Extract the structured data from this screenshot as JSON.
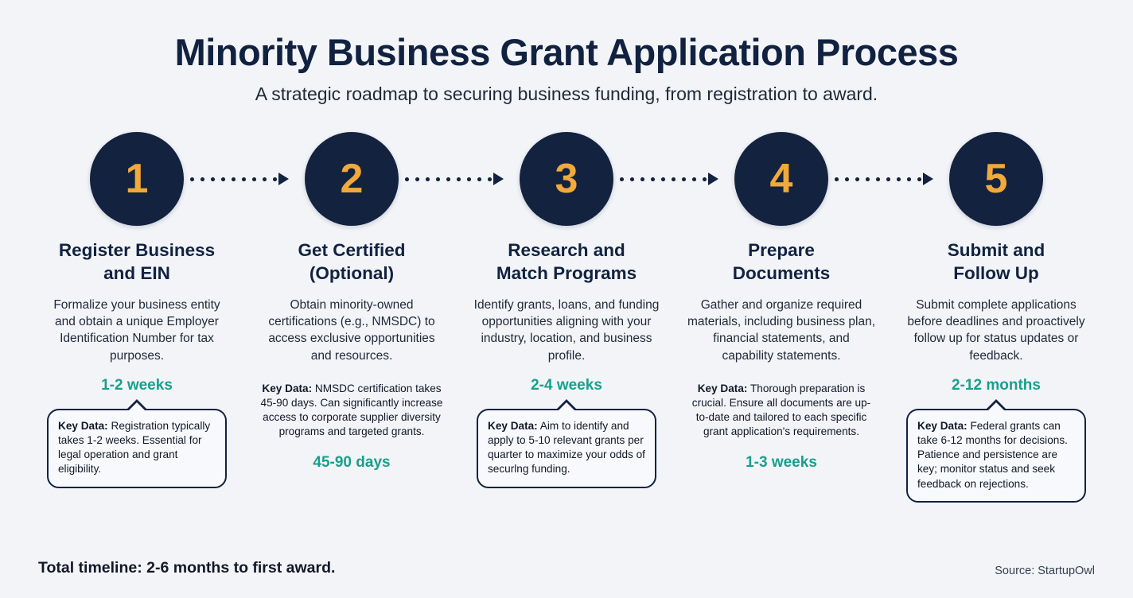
{
  "header": {
    "title": "Minority Business Grant Application Process",
    "subtitle": "A strategic roadmap to securing business funding, from registration to award."
  },
  "colors": {
    "background": "#f2f4f8",
    "navy": "#13223f",
    "amber": "#f0a93a",
    "teal": "#17a08c",
    "body_text": "#1f2937"
  },
  "keydata_label": "Key Data:",
  "steps": [
    {
      "number": "1",
      "title": "Register Business\nand EIN",
      "description": "Formalize your business entity and obtain a unique Employer Identification Number for tax purposes.",
      "duration": "1-2 weeks",
      "duration_position": "above",
      "keydata_style": "boxed",
      "keydata": "Registration typically takes 1-2 weeks. Essential for legal operation and grant eligibility."
    },
    {
      "number": "2",
      "title": "Get Certified\n(Optional)",
      "description": "Obtain minority-owned certifications (e.g., NMSDC) to access exclusive opportunities and resources.",
      "duration": "45-90 days",
      "duration_position": "below",
      "keydata_style": "plain",
      "keydata": "NMSDC certification takes 45-90 days. Can significantly increase access to corporate supplier diversity programs and targeted grants."
    },
    {
      "number": "3",
      "title": "Research and\nMatch Programs",
      "description": "Identify grants, loans, and funding opportunities aligning with your industry, location, and business profile.",
      "duration": "2-4 weeks",
      "duration_position": "above",
      "keydata_style": "boxed",
      "keydata": "Aim to identify and apply to 5-10 relevant grants per quarter to maximize your odds of securlng funding."
    },
    {
      "number": "4",
      "title": "Prepare\nDocuments",
      "description": "Gather and organize required materials, including business plan, financial statements, and capability statements.",
      "duration": "1-3 weeks",
      "duration_position": "below",
      "keydata_style": "plain",
      "keydata": "Thorough preparation is crucial. Ensure all documents are up-to-date and tailored to each specific grant application's requirements."
    },
    {
      "number": "5",
      "title": "Submit and\nFollow Up",
      "description": "Submit complete applications before deadlines and proactively follow up for status updates or feedback.",
      "duration": "2-12 months",
      "duration_position": "above",
      "keydata_style": "boxed",
      "keydata": "Federal grants can take 6-12 months for decisions. Patience and persistence are key; monitor status and seek feedback on rejections."
    }
  ],
  "footer": {
    "total_timeline": "Total timeline: 2-6 months to first award.",
    "source": "Source: StartupOwl"
  }
}
